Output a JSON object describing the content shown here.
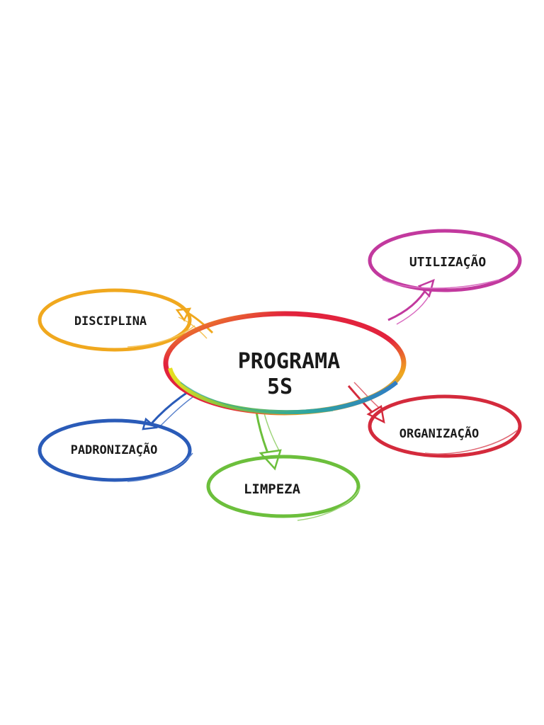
{
  "center": {
    "line1": "PROGRAMA",
    "line2": "5S"
  },
  "nodes": {
    "utilizacao": "UTILIZAÇÃO",
    "disciplina": "DISCIPLINA",
    "organizacao": "ORGANIZAÇÃO",
    "padronizacao": "PADRONIZAÇÃO",
    "limpeza": "LIMPEZA"
  },
  "colors": {
    "utilizacao": "#c2399e",
    "disciplina": "#f0a81e",
    "organizacao": "#d42a3c",
    "padronizacao": "#2a5bb8",
    "limpeza": "#6cbf3c",
    "center_red": "#e2233d",
    "center_yellow": "#f3c81c",
    "center_green": "#7cc243",
    "center_blue": "#2f7cc4"
  }
}
